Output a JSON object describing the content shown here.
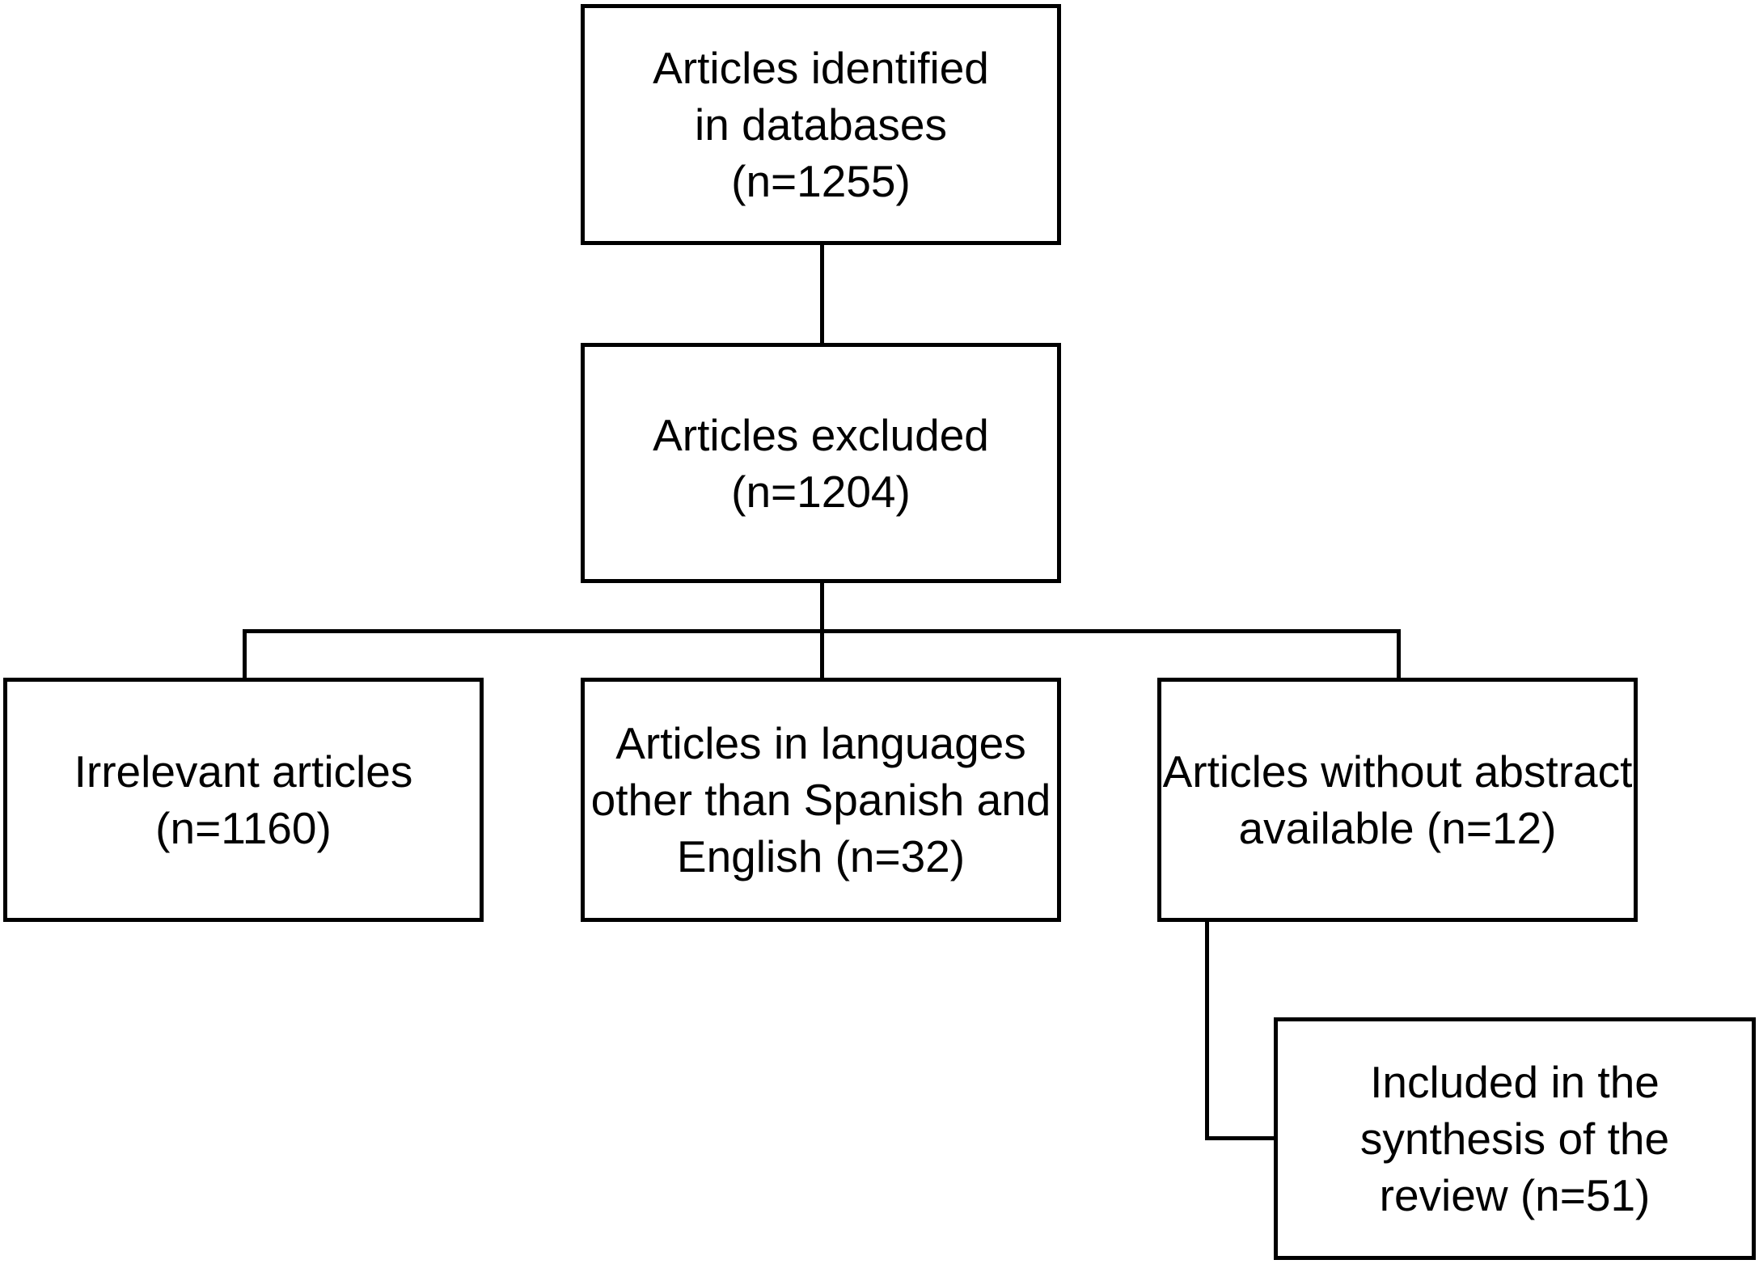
{
  "diagram": {
    "identified": {
      "lines": [
        "Articles identified",
        "in databases",
        "(n=1255)"
      ]
    },
    "excluded": {
      "lines": [
        "Articles excluded",
        "(n=1204)"
      ]
    },
    "irrelevant": {
      "lines": [
        "Irrelevant articles",
        "(n=1160)"
      ]
    },
    "languages": {
      "lines": [
        "Articles in languages",
        "other than Spanish and",
        "English (n=32)"
      ]
    },
    "no_abstract": {
      "lines": [
        "Articles without abstract",
        "available (n=12)"
      ]
    },
    "included": {
      "lines": [
        "Included in the",
        "synthesis of the",
        "review (n=51)"
      ]
    }
  }
}
